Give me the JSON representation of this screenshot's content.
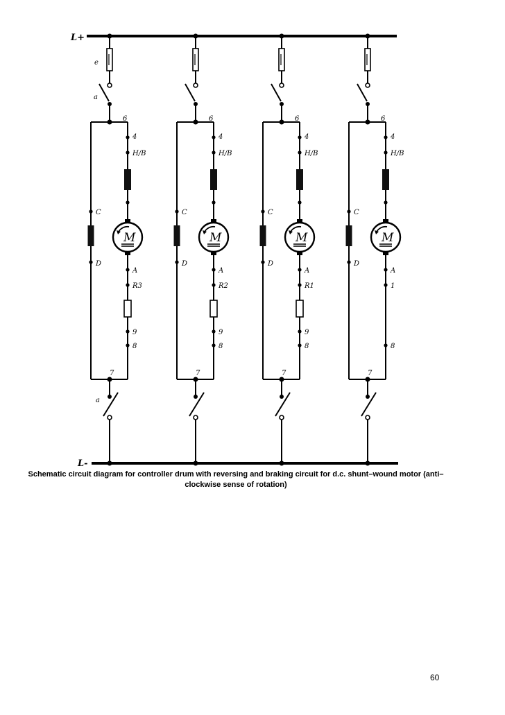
{
  "diagram": {
    "rails": {
      "top": "L+",
      "bottom": "L-"
    },
    "left_labels": {
      "fuse": "e",
      "top_switch": "a",
      "bottom_switch": "a"
    },
    "motor_symbol": "M",
    "columns": [
      {
        "top_node": "6",
        "s1": "4",
        "s2": "H/B",
        "field_top": "C",
        "field_bottom": "D",
        "armature": "A",
        "resistor": "R3",
        "n9": "9",
        "n8": "8",
        "bottom_node": "7",
        "has_resistor": true
      },
      {
        "top_node": "6",
        "s1": "4",
        "s2": "H/B",
        "field_top": "C",
        "field_bottom": "D",
        "armature": "A",
        "resistor": "R2",
        "n9": "9",
        "n8": "8",
        "bottom_node": "7",
        "has_resistor": true
      },
      {
        "top_node": "6",
        "s1": "4",
        "s2": "H/B",
        "field_top": "C",
        "field_bottom": "D",
        "armature": "A",
        "resistor": "R1",
        "n9": "9",
        "n8": "8",
        "bottom_node": "7",
        "has_resistor": true
      },
      {
        "top_node": "6",
        "s1": "4",
        "s2": "H/B",
        "field_top": "C",
        "field_bottom": "D",
        "armature": "A",
        "resistor": "1",
        "n9": "",
        "n8": "8",
        "bottom_node": "7",
        "has_resistor": false
      }
    ]
  },
  "caption": "Schematic circuit diagram for controller drum with reversing and braking circuit for d.c. shunt–wound motor (anti–clockwise sense of rotation)",
  "page_number": "60"
}
